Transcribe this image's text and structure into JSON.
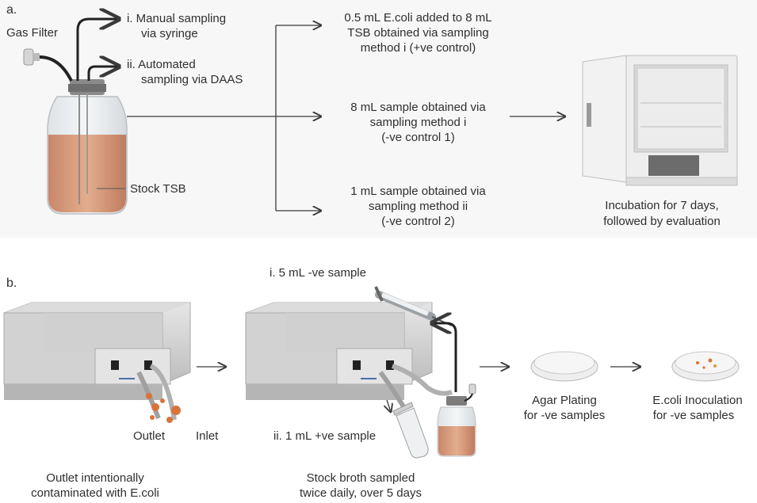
{
  "panel_a": {
    "label": "a.",
    "gas_filter": "Gas Filter",
    "sampling_i": [
      "i. Manual sampling",
      "via syringe"
    ],
    "sampling_ii": [
      "ii. Automated",
      "sampling via DAAS"
    ],
    "stock_tsb": "Stock TSB",
    "branch_1": [
      "0.5 mL E.coli added to 8 mL",
      "TSB obtained via sampling",
      "method i (+ve control)"
    ],
    "branch_2": [
      "8 mL sample obtained via",
      "sampling method i",
      "(-ve control 1)"
    ],
    "branch_3": [
      "1 mL sample obtained via",
      "sampling method ii",
      "(-ve control 2)"
    ],
    "incubation": [
      "Incubation for 7 days,",
      "followed by evaluation"
    ]
  },
  "panel_b": {
    "label": "b.",
    "outlet": "Outlet",
    "inlet": "Inlet",
    "contaminated": [
      "Outlet intentionally",
      "contaminated with E.coli"
    ],
    "sample_i": "i. 5 mL -ve sample",
    "sample_ii": "ii. 1 mL +ve sample",
    "stock_broth": [
      "Stock broth sampled",
      "twice daily, over 5 days"
    ],
    "agar": [
      "Agar Plating",
      "for -ve samples"
    ],
    "inoculation": [
      "E.coli Inoculation",
      "for -ve samples"
    ]
  },
  "colors": {
    "broth": "#d9a07e",
    "broth_dark": "#c98a66",
    "glass": "#e9ecef",
    "cap": "#7d7d7d",
    "ecoli": "#d8743a",
    "arrow": "#3a3a3a",
    "panel_bg": "#f7f7f7"
  }
}
